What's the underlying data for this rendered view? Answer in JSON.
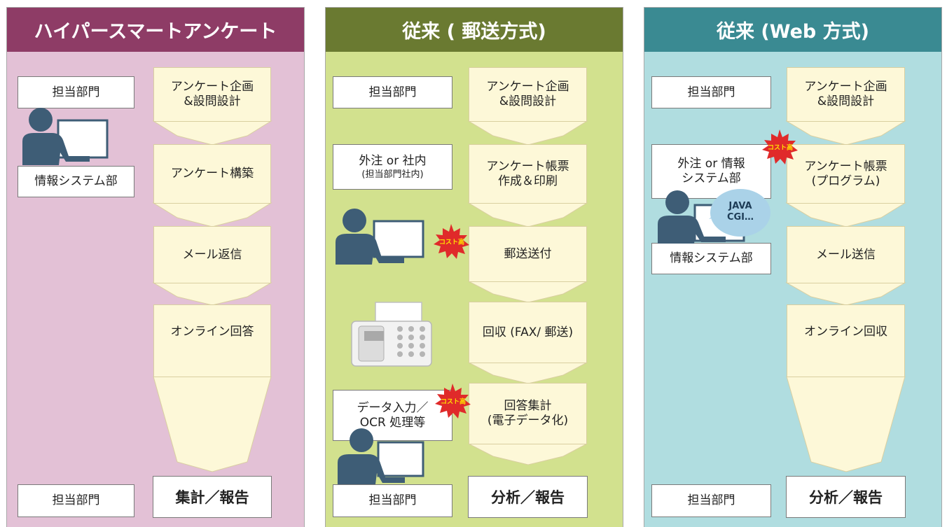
{
  "colors": {
    "panel1_header": "#8e3c66",
    "panel1_bg": "#e3c1d6",
    "panel2_header": "#6a7a31",
    "panel2_bg": "#d2e18e",
    "panel3_header": "#3a8a92",
    "panel3_bg": "#b0dde0",
    "arrow_fill": "#fdf8d8",
    "cost_burst": "#e02a2a",
    "cost_text": "#ffe100",
    "person": "#3e5d76",
    "bubble": "#aad2e8"
  },
  "panels": [
    {
      "title": "ハイパースマートアンケート",
      "actors": {
        "dept": "担当部門",
        "sys": "情報システム部",
        "bottom": "担当部門"
      },
      "steps": [
        "アンケート企画\n&設問設計",
        "アンケート構築",
        "メール返信",
        "オンライン回答"
      ],
      "final": "集計／報告"
    },
    {
      "title": "従来 ( 郵送方式)",
      "actors": {
        "dept": "担当部門",
        "outsource": "外注 or 社内",
        "outsource_sub": "(担当部門社内)",
        "data_entry": "データ入力／\nOCR 処理等",
        "bottom": "担当部門"
      },
      "steps": [
        "アンケート企画\n&設問設計",
        "アンケート帳票\n作成＆印刷",
        "郵送送付",
        "回収 (FAX/ 郵送)",
        "回答集計\n(電子データ化)"
      ],
      "final": "分析／報告",
      "cost_labels": [
        "コスト高",
        "コスト高"
      ]
    },
    {
      "title": "従来 (Web 方式)",
      "actors": {
        "dept": "担当部門",
        "outsource": "外注 or 情報\nシステム部",
        "sys": "情報システム部",
        "bottom": "担当部門",
        "bubble": "JAVA\nCGI…"
      },
      "steps": [
        "アンケート企画\n&設問設計",
        "アンケート帳票\n(プログラム)",
        "メール送信",
        "オンライン回収"
      ],
      "final": "分析／報告",
      "cost_labels": [
        "コスト高"
      ]
    }
  ]
}
